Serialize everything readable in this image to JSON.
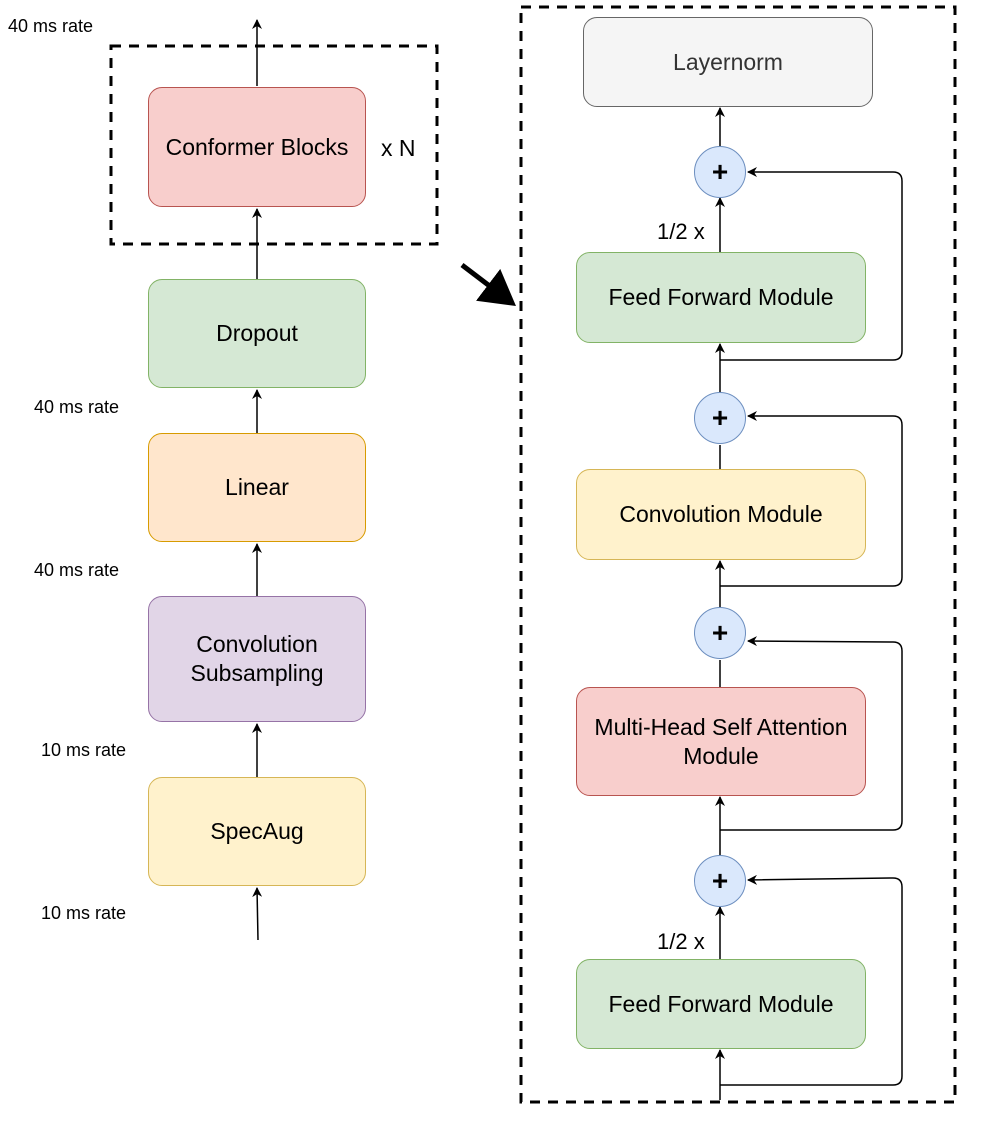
{
  "left": {
    "conformer_blocks": "Conformer Blocks",
    "repeat_label": "x N",
    "dropout": "Dropout",
    "linear": "Linear",
    "conv_subsampling": "Convolution\nSubsampling",
    "specaug": "SpecAug",
    "rate_labels": [
      "40 ms rate",
      "40 ms rate",
      "40 ms rate",
      "10 ms rate",
      "10 ms rate"
    ]
  },
  "right": {
    "layernorm": "Layernorm",
    "ffn_top": "Feed Forward Module",
    "conv_module": "Convolution Module",
    "mhsa": "Multi-Head Self Attention\nModule",
    "ffn_bottom": "Feed Forward Module",
    "half_labels": [
      "1/2 x",
      "1/2 x"
    ],
    "plus_symbol": "+"
  },
  "colors": {
    "red_fill": "#f8cecc",
    "red_stroke": "#b85450",
    "green_fill": "#d5e8d4",
    "green_stroke": "#82b366",
    "orange_fill": "#ffe6cc",
    "orange_stroke": "#d79b00",
    "purple_fill": "#e1d5e7",
    "purple_stroke": "#9673a6",
    "yellow_fill": "#fff2cc",
    "yellow_stroke": "#d6b656",
    "gray_fill": "#f5f5f5",
    "gray_stroke": "#666666",
    "blue_fill": "#dae8fc",
    "blue_stroke": "#6c8ebf"
  }
}
